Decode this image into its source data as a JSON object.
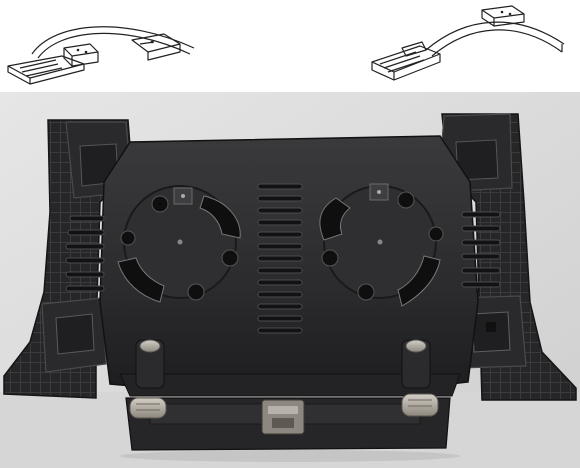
{
  "figure": {
    "top_left_view": "bracket-sketch-folded",
    "top_right_view": "bracket-sketch-extended",
    "photo_subject": "black-plastic-mounting-bracket-with-hinged-feet",
    "colors": {
      "background": "#ffffff",
      "photo_wall": "#dcdcdc",
      "plastic": "#2a2a2b",
      "plastic_highlight": "#4a4a4c",
      "metal": "#a9a39a",
      "hole": "#111113"
    }
  }
}
